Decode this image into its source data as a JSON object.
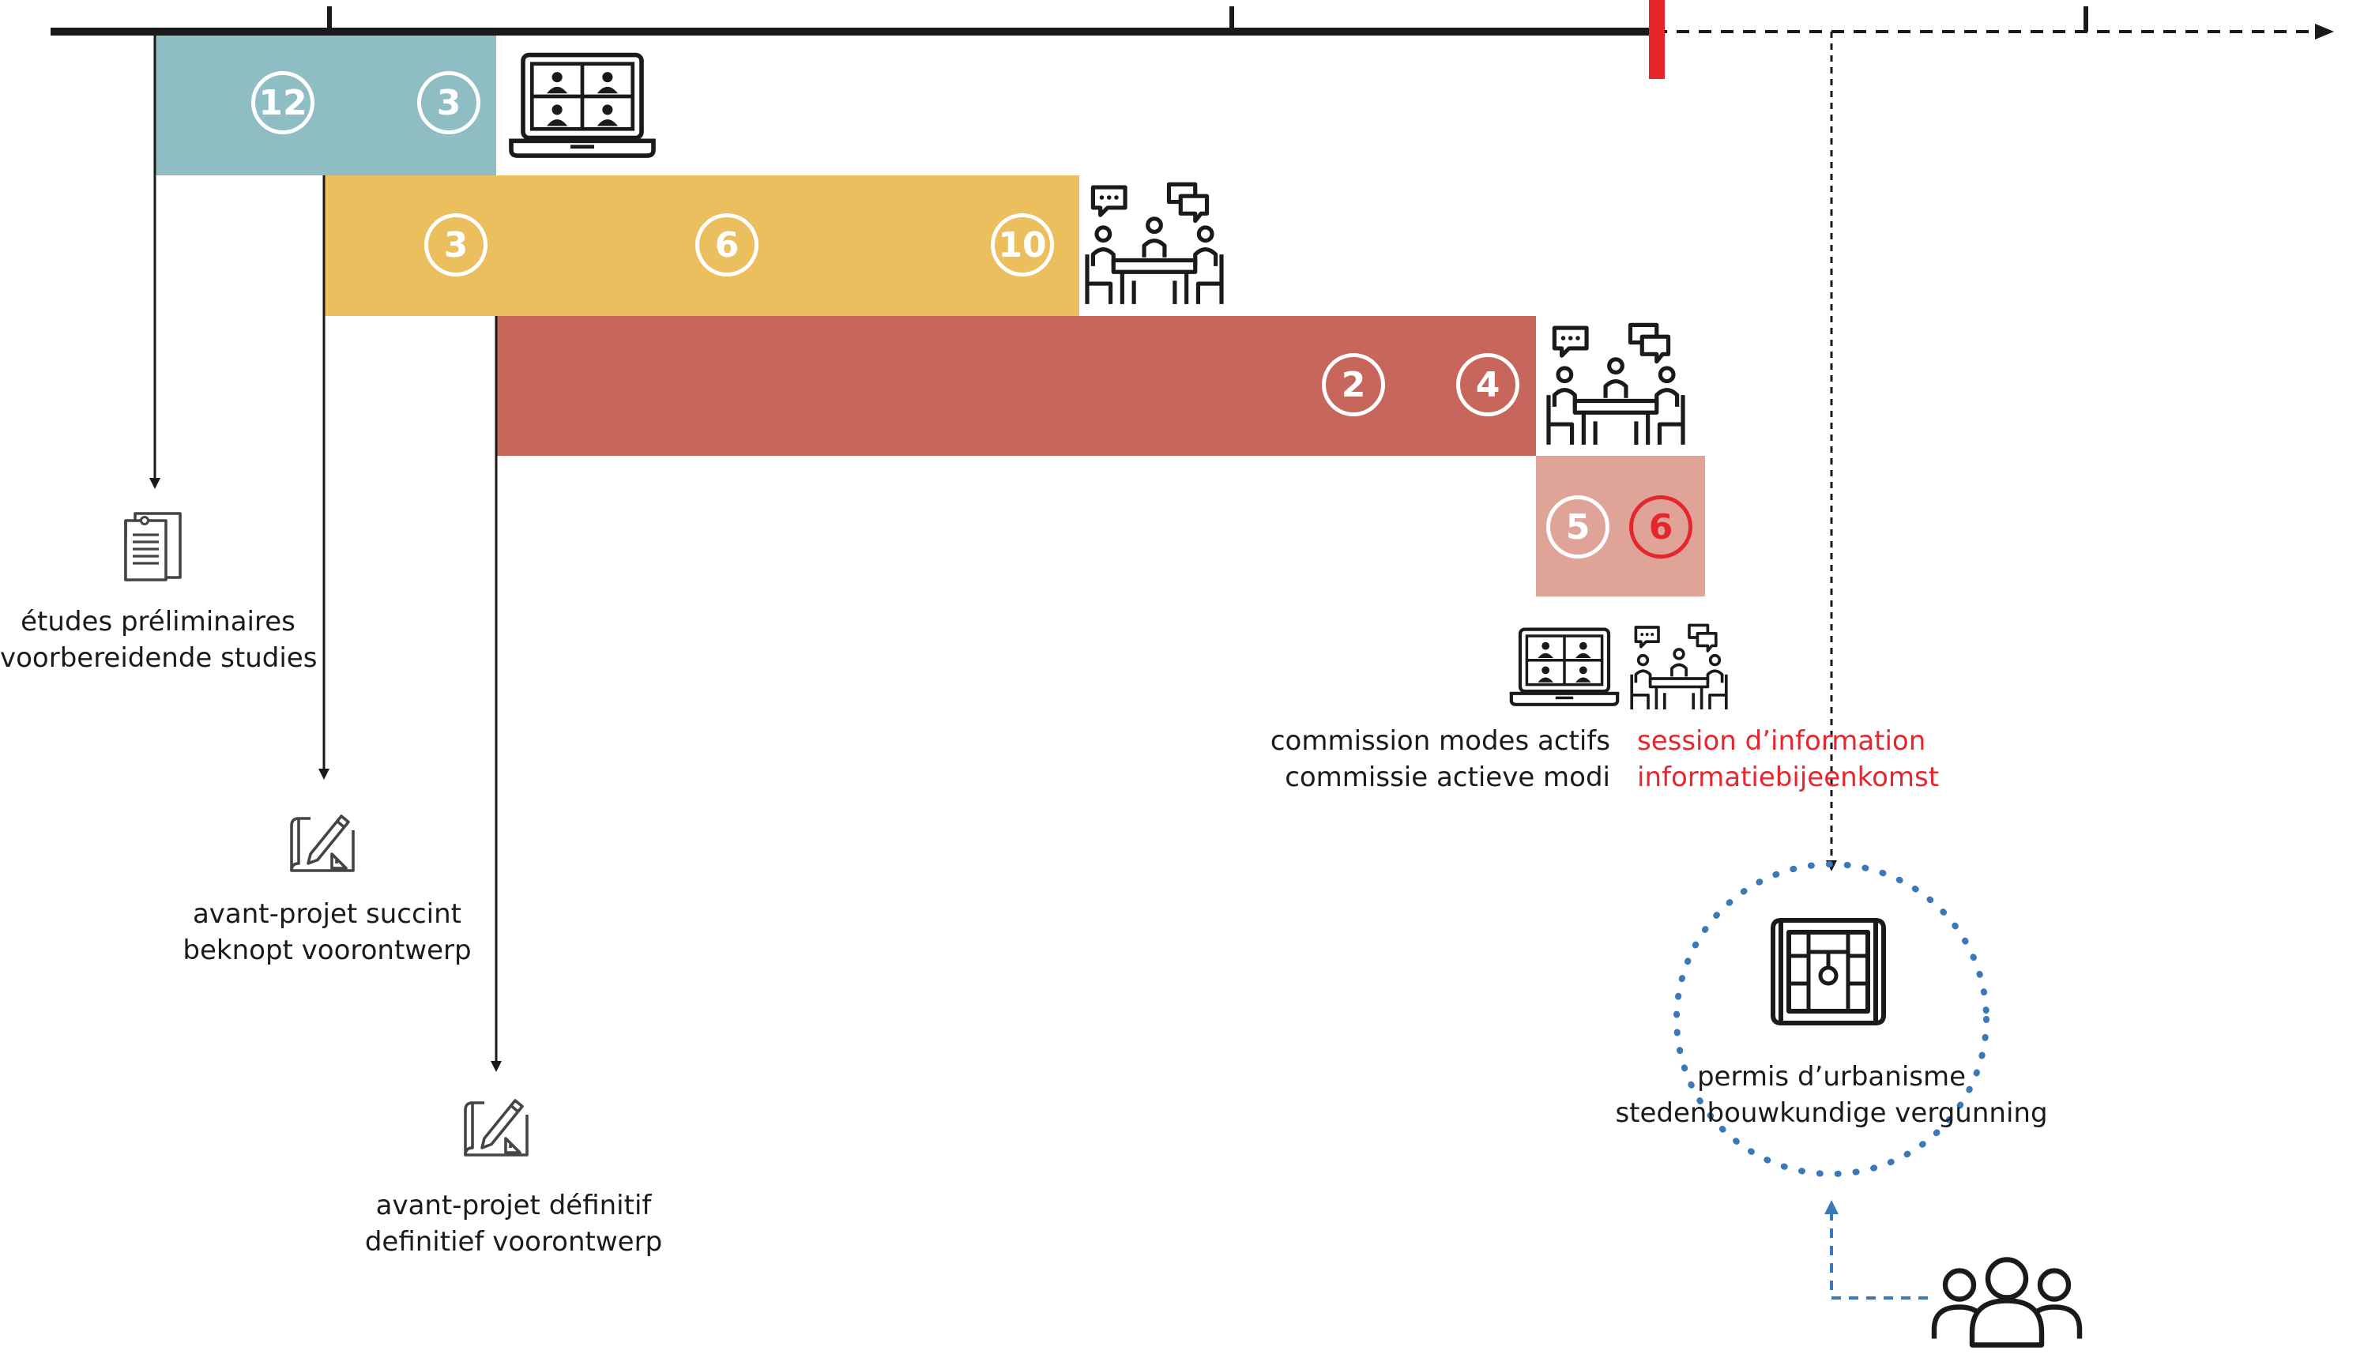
{
  "colors": {
    "teal": "#8fbdc4",
    "yellow": "#ebbe5e",
    "terracotta": "#c7665b",
    "salmon": "#dfa398",
    "red": "#e5272d",
    "blue": "#3a78b8",
    "axis": "#1a1a1a"
  },
  "bars": [
    {
      "id": "bar-teal",
      "color": "teal",
      "badges": [
        "12",
        "3"
      ],
      "icon": "video-call-icon"
    },
    {
      "id": "bar-yellow",
      "color": "yellow",
      "badges": [
        "3",
        "6",
        "10"
      ],
      "icon": "meeting-discussion-icon"
    },
    {
      "id": "bar-terracotta",
      "color": "terracotta",
      "badges": [
        "2",
        "4"
      ],
      "icon": "meeting-discussion-icon"
    },
    {
      "id": "bar-salmon",
      "color": "salmon",
      "badges": [
        "5",
        "6"
      ],
      "highlighted_badge": "6"
    }
  ],
  "milestones": [
    {
      "id": "etudes",
      "icon": "document-icon",
      "fr": "études préliminaires",
      "nl": "voorbereidende studies"
    },
    {
      "id": "apsuccinct",
      "icon": "drafting-icon",
      "fr": "avant-projet succint",
      "nl": "beknopt voorontwerp"
    },
    {
      "id": "apdefinitif",
      "icon": "drafting-icon",
      "fr": "avant-projet définitif",
      "nl": "definitief voorontwerp"
    }
  ],
  "legend": {
    "commission": {
      "fr": "commission modes actifs",
      "nl": "commissie actieve modi",
      "icon": "video-call-icon"
    },
    "session": {
      "fr": "session d’information",
      "nl": "informatiebijeenkomst",
      "icon": "meeting-discussion-icon",
      "color": "red"
    }
  },
  "permit": {
    "fr": "permis d’urbanisme",
    "nl": "stedenbouwkundige vergunning",
    "icon": "floor-plan-icon"
  },
  "public": {
    "icon": "people-group-icon"
  }
}
